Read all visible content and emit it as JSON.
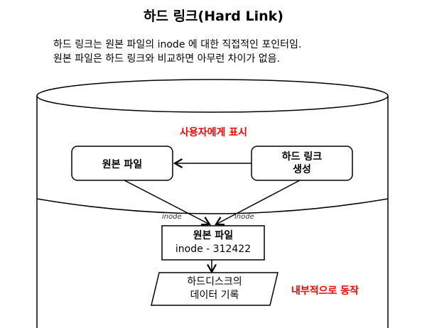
{
  "title": "하드 링크(Hard Link)",
  "description": [
    "하드 링크는 원본 파일의 inode 에 대한 직접적인 포인터임.",
    "원본 파일은 하드 링크와 비교하면 아무런 차이가 없음."
  ],
  "upper_label": "사용자에게 표시",
  "lower_label": "내부적으로 동작",
  "original_file_box": "원본 파일",
  "hard_link_box": [
    "하드 링크",
    "생성"
  ],
  "inode_edge_left": "inode",
  "inode_edge_right": "inode",
  "inode_box": [
    "원본 파일",
    "inode - 312422"
  ],
  "disk_box": [
    "하드디스크의",
    "데이터 기록"
  ],
  "colors": {
    "accent": "#ff0000"
  }
}
